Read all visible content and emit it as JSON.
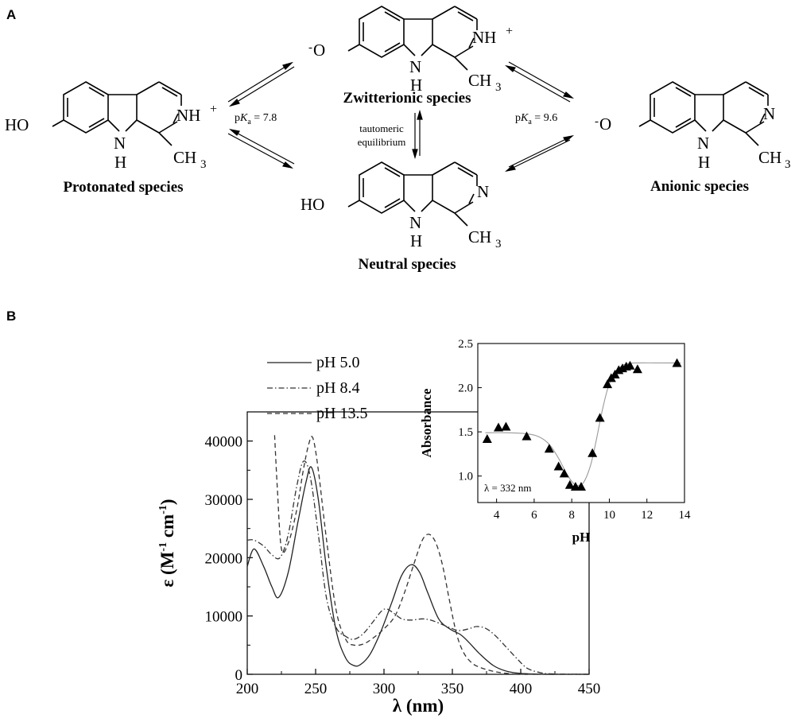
{
  "panels": {
    "a": "A",
    "b": "B"
  },
  "scheme": {
    "species": {
      "protonated": "Protonated species",
      "zwitterionic": "Zwitterionic species",
      "neutral": "Neutral species",
      "anionic": "Anionic species"
    },
    "pka1": {
      "p": "p",
      "k": "K",
      "sub": "a",
      "value": " = 7.8"
    },
    "pka2": {
      "p": "p",
      "k": "K",
      "sub": "a",
      "value": " = 9.6"
    },
    "tautomeric": [
      "tautomeric",
      "equilibrium"
    ],
    "groups": {
      "ho": "HO",
      "o": "O",
      "minus": "-",
      "n": "N",
      "nh": "NH",
      "plus": "+",
      "h": "H",
      "ch": "CH",
      "three": "3"
    }
  },
  "chart_data": [
    {
      "type": "line",
      "xlabel": "λ (nm)",
      "ylabel": "ε (M⁻¹ cm⁻¹)",
      "ylabel_parts": {
        "eps": "ε (M",
        "exp1": "-1",
        "cm": " cm",
        "exp2": "-1",
        "close": ")"
      },
      "xlim": [
        200,
        450
      ],
      "ylim": [
        0,
        45000
      ],
      "xticks": [
        200,
        250,
        300,
        350,
        400,
        450
      ],
      "yticks": [
        0,
        10000,
        20000,
        30000,
        40000
      ],
      "legend_position": "top-left",
      "series": [
        {
          "name": "pH 5.0",
          "style": "solid",
          "color": "#222222",
          "x": [
            200,
            205,
            212,
            218,
            223,
            230,
            237,
            243,
            247,
            252,
            258,
            265,
            272,
            278,
            283,
            290,
            298,
            306,
            313,
            320,
            326,
            332,
            340,
            348,
            356,
            362,
            370,
            380,
            390,
            400,
            410,
            420,
            430,
            450
          ],
          "y": [
            18500,
            21500,
            18500,
            15000,
            13200,
            17500,
            26000,
            33000,
            35500,
            30000,
            18000,
            7500,
            2800,
            1500,
            1700,
            3500,
            7500,
            12500,
            17000,
            18800,
            17500,
            14000,
            9500,
            7800,
            6800,
            5500,
            3500,
            1500,
            500,
            150,
            50,
            0,
            0,
            0
          ]
        },
        {
          "name": "pH 8.4",
          "style": "dash-dot",
          "color": "#333333",
          "x": [
            200,
            205,
            212,
            218,
            224,
            230,
            236,
            241,
            246,
            252,
            258,
            265,
            272,
            278,
            285,
            292,
            298,
            302,
            307,
            313,
            320,
            328,
            334,
            340,
            348,
            355,
            362,
            368,
            375,
            382,
            390,
            398,
            405,
            415,
            425,
            450
          ],
          "y": [
            23000,
            23000,
            22000,
            20500,
            20000,
            24000,
            32000,
            36500,
            34000,
            24000,
            13000,
            8000,
            6500,
            6000,
            7000,
            9000,
            10800,
            11200,
            10500,
            9500,
            9300,
            9500,
            9300,
            8800,
            8000,
            7500,
            7800,
            8200,
            7800,
            6500,
            4500,
            2500,
            1000,
            250,
            50,
            0
          ]
        },
        {
          "name": "pH 13.5",
          "style": "dashed",
          "color": "#333333",
          "x": [
            220,
            222,
            225,
            230,
            236,
            241,
            245,
            248,
            252,
            258,
            265,
            272,
            278,
            285,
            292,
            300,
            308,
            315,
            322,
            328,
            333,
            338,
            343,
            348,
            353,
            358,
            364,
            370,
            380,
            390,
            400,
            450
          ],
          "y": [
            41000,
            32000,
            21500,
            22500,
            28000,
            35000,
            39500,
            40500,
            35000,
            23000,
            11000,
            6000,
            5000,
            5200,
            6200,
            7800,
            10000,
            14000,
            19000,
            23000,
            24000,
            22500,
            18500,
            12500,
            7000,
            3800,
            2000,
            1200,
            500,
            150,
            30,
            0
          ]
        }
      ]
    },
    {
      "type": "scatter",
      "xlabel": "pH",
      "ylabel": "Absorbance",
      "xlim": [
        3,
        14
      ],
      "ylim": [
        0.7,
        2.5
      ],
      "xticks": [
        4,
        6,
        8,
        10,
        12,
        14
      ],
      "yticks": [
        1.0,
        1.5,
        2.0,
        2.5
      ],
      "annotation": "λ = 332 nm",
      "marker": "triangle",
      "points": {
        "x": [
          3.5,
          4.1,
          4.5,
          5.6,
          6.8,
          7.3,
          7.6,
          7.9,
          8.2,
          8.5,
          9.1,
          9.5,
          9.9,
          10.1,
          10.3,
          10.5,
          10.7,
          10.9,
          11.1,
          11.5,
          13.6
        ],
        "y": [
          1.42,
          1.55,
          1.56,
          1.45,
          1.31,
          1.11,
          1.03,
          0.9,
          0.88,
          0.88,
          1.26,
          1.66,
          2.04,
          2.11,
          2.15,
          2.2,
          2.22,
          2.24,
          2.25,
          2.21,
          2.28
        ]
      },
      "fit": {
        "x": [
          3.4,
          4.5,
          5.5,
          6.2,
          6.8,
          7.3,
          7.8,
          8.2,
          8.6,
          9.0,
          9.3,
          9.6,
          9.9,
          10.2,
          10.5,
          10.9,
          11.5,
          12.5,
          13.8
        ],
        "y": [
          1.49,
          1.49,
          1.48,
          1.45,
          1.36,
          1.2,
          1.0,
          0.9,
          0.92,
          1.12,
          1.4,
          1.72,
          1.98,
          2.14,
          2.22,
          2.27,
          2.28,
          2.28,
          2.28
        ]
      }
    }
  ]
}
